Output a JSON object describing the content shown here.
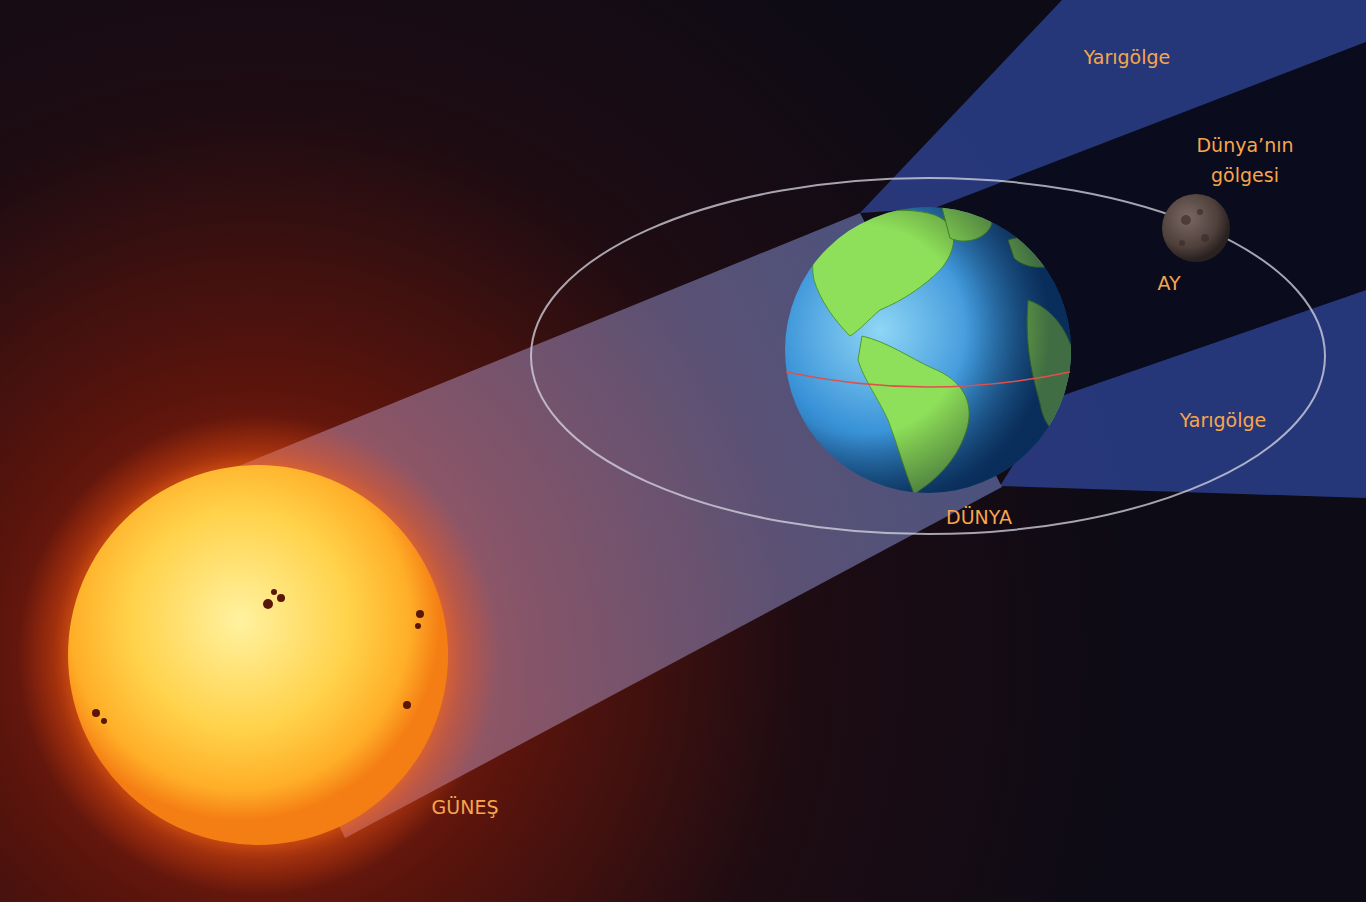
{
  "diagram": {
    "labels": [
      "Yarıgölge",
      "Dünya’nın gölgesi",
      "AY",
      "Yarıgölge",
      "DÜNYA",
      "GÜNEŞ"
    ]
  }
}
